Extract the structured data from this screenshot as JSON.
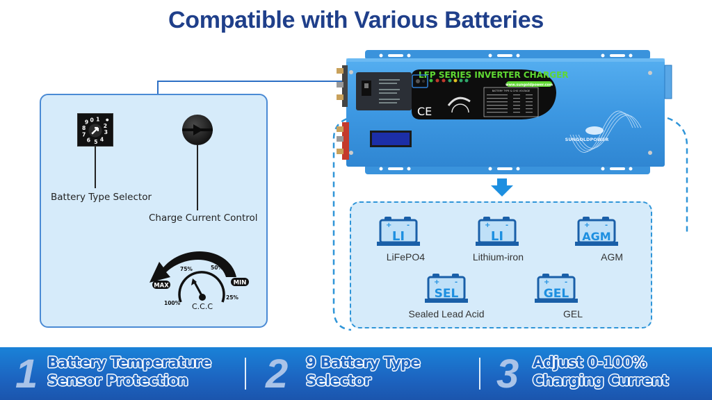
{
  "page": {
    "title": "Compatible with Various Batteries"
  },
  "left_panel": {
    "battery_type_selector_label": "Battery Type Selector",
    "charge_current_control_label": "Charge Current Control",
    "rotary_switch_digits": [
      "0",
      "1",
      "2",
      "3",
      "4",
      "5",
      "6",
      "7",
      "8",
      "9"
    ],
    "dial": {
      "label_max": "MAX",
      "label_min": "MIN",
      "label_center": "C.C.C",
      "tick_labels": [
        "100%",
        "75%",
        "50%",
        "25%"
      ]
    }
  },
  "inverter": {
    "panel_title": "LFP SERIES INVERTER CHARGER",
    "website": "www.sungoldpower.com",
    "brand": "SUNGOLDPOWER",
    "ce_mark": "CE",
    "spec_table_title": "BATTERY TYPE & CHG VOLTAGE"
  },
  "batteries": {
    "items": [
      {
        "badge": "LI",
        "name": "LiFePO4"
      },
      {
        "badge": "LI",
        "name": "Lithium-iron"
      },
      {
        "badge": "AGM",
        "name": "AGM"
      },
      {
        "badge": "SEL",
        "name": "Sealed Lead Acid"
      },
      {
        "badge": "GEL",
        "name": "GEL"
      }
    ]
  },
  "features": [
    {
      "number": "1",
      "line1": "Battery Temperature",
      "line2": "Sensor Protection"
    },
    {
      "number": "2",
      "line1": "9 Battery Type",
      "line2": "Selector"
    },
    {
      "number": "3",
      "line1": "Adjust 0-100%",
      "line2": "Charging Current"
    }
  ],
  "colors": {
    "title": "#1f3f8a",
    "accent_blue": "#2f95d8",
    "panel_bg": "#d6ebfa",
    "banner_blue": "#1c64c0",
    "inverter_blue": "#3f9be3",
    "lcd_green": "#5fd832"
  }
}
